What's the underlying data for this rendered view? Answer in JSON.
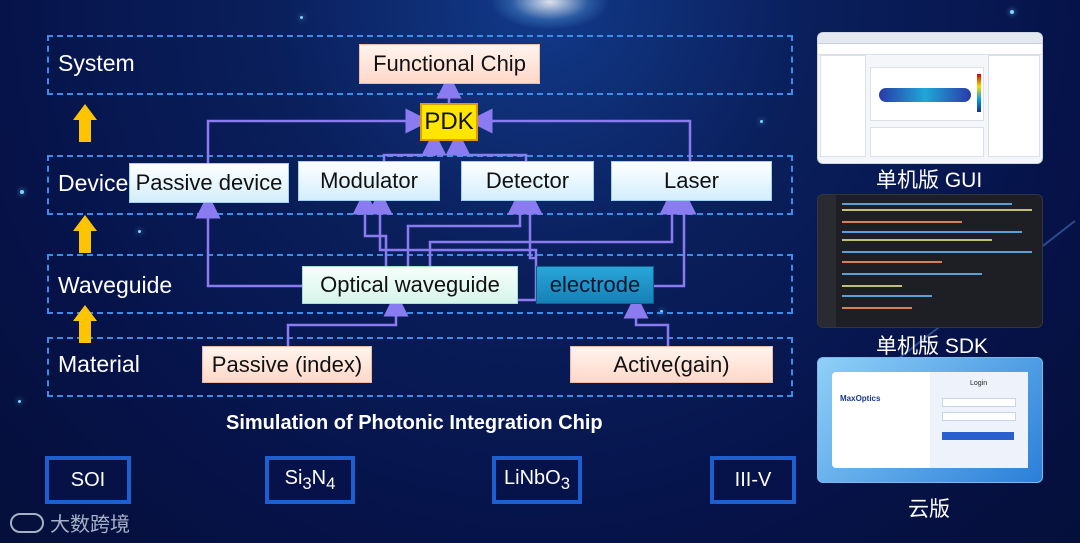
{
  "layers": {
    "system": "System",
    "device": "Device",
    "waveguide": "Waveguide",
    "material": "Material"
  },
  "boxes": {
    "functional_chip": "Functional Chip",
    "pdk": "PDK",
    "passive_device": "Passive device",
    "modulator": "Modulator",
    "detector": "Detector",
    "laser": "Laser",
    "optical_waveguide": "Optical waveguide",
    "electrode": "electrode",
    "passive_index": "Passive (index)",
    "active_gain": "Active(gain)"
  },
  "caption": "Simulation of Photonic Integration Chip",
  "platforms": {
    "soi": "SOI",
    "si3n4": {
      "base1": "Si",
      "sub1": "3",
      "base2": "N",
      "sub2": "4"
    },
    "linbo3": {
      "base": "LiNbO",
      "sub": "3"
    },
    "iiiv": "III-V"
  },
  "thumbnails": {
    "gui_label": "单机版 GUI",
    "sdk_label": "单机版 SDK",
    "cloud_label": "云版",
    "login_brand": "MaxOptics",
    "login_title": "Login"
  },
  "watermark": "大数跨境",
  "colors": {
    "arrow": "#ffc400",
    "connector": "#8a7cf0",
    "dashed_border": "#3a8ee8",
    "pdk": "#ffe600"
  }
}
